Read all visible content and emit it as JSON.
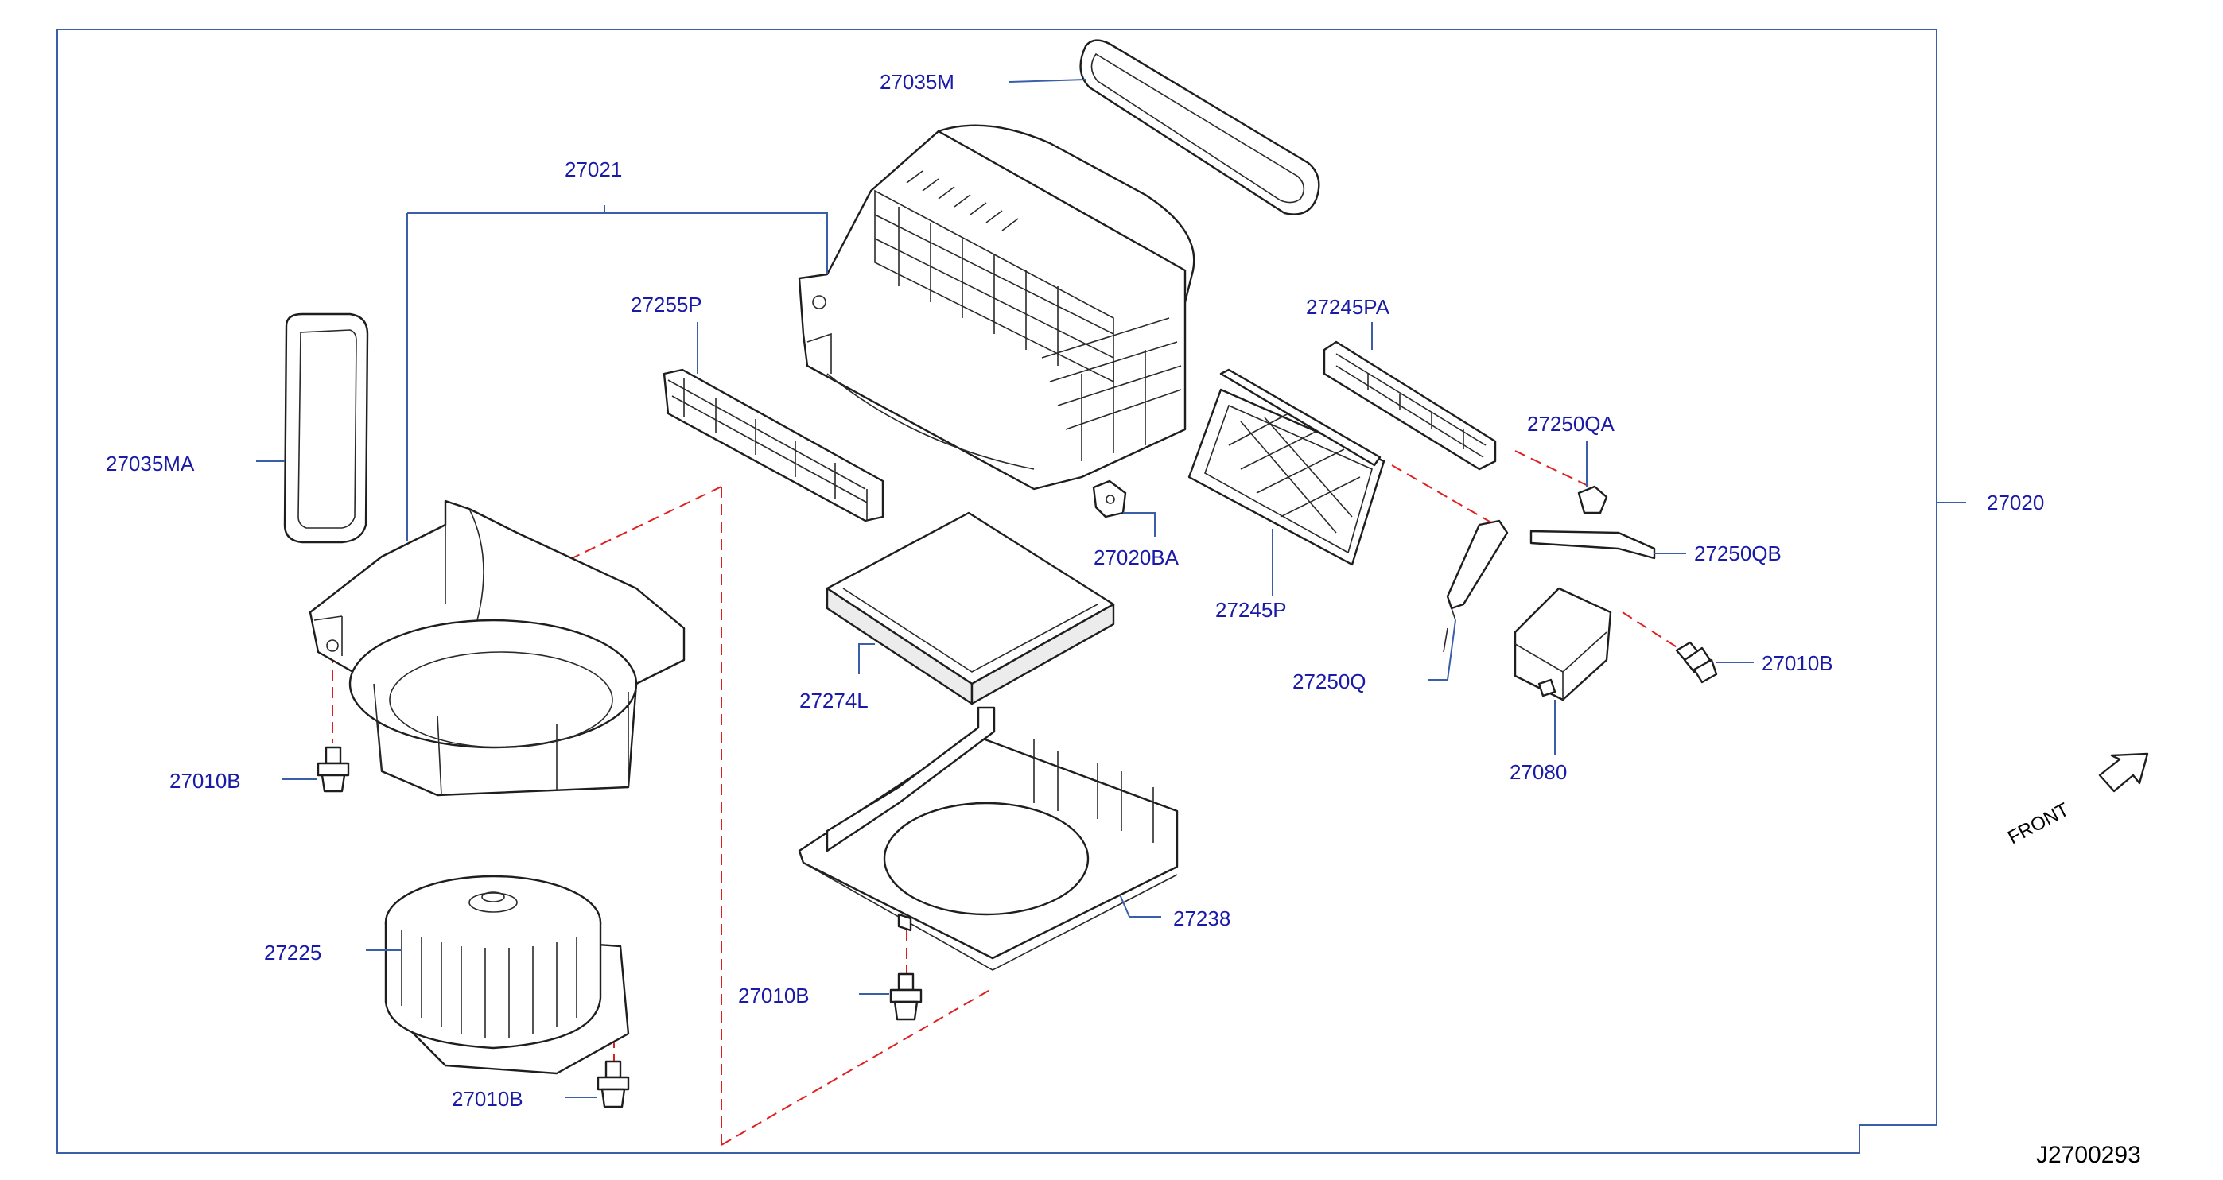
{
  "diagram": {
    "drawing_code": "J2700293",
    "front_label": "FRONT",
    "icons": {
      "front_arrow": "front-arrow-icon"
    },
    "colors": {
      "label": "#1a1aa8",
      "leader": "#3a5fa8",
      "alignment": "#e02020",
      "outline": "#1e1e1e"
    },
    "labels": {
      "p27035M": "27035M",
      "p27021": "27021",
      "p27255P": "27255P",
      "p27245PA": "27245PA",
      "p27250QA": "27250QA",
      "p27035MA": "27035MA",
      "p27020": "27020",
      "p27020BA": "27020BA",
      "p27250QB": "27250QB",
      "p27245P": "27245P",
      "p27274L": "27274L",
      "p27250Q": "27250Q",
      "p27010B_right": "27010B",
      "p27080": "27080",
      "p27010B_left": "27010B",
      "p27238": "27238",
      "p27225": "27225",
      "p27010B_center": "27010B",
      "p27010B_bottom": "27010B"
    }
  }
}
